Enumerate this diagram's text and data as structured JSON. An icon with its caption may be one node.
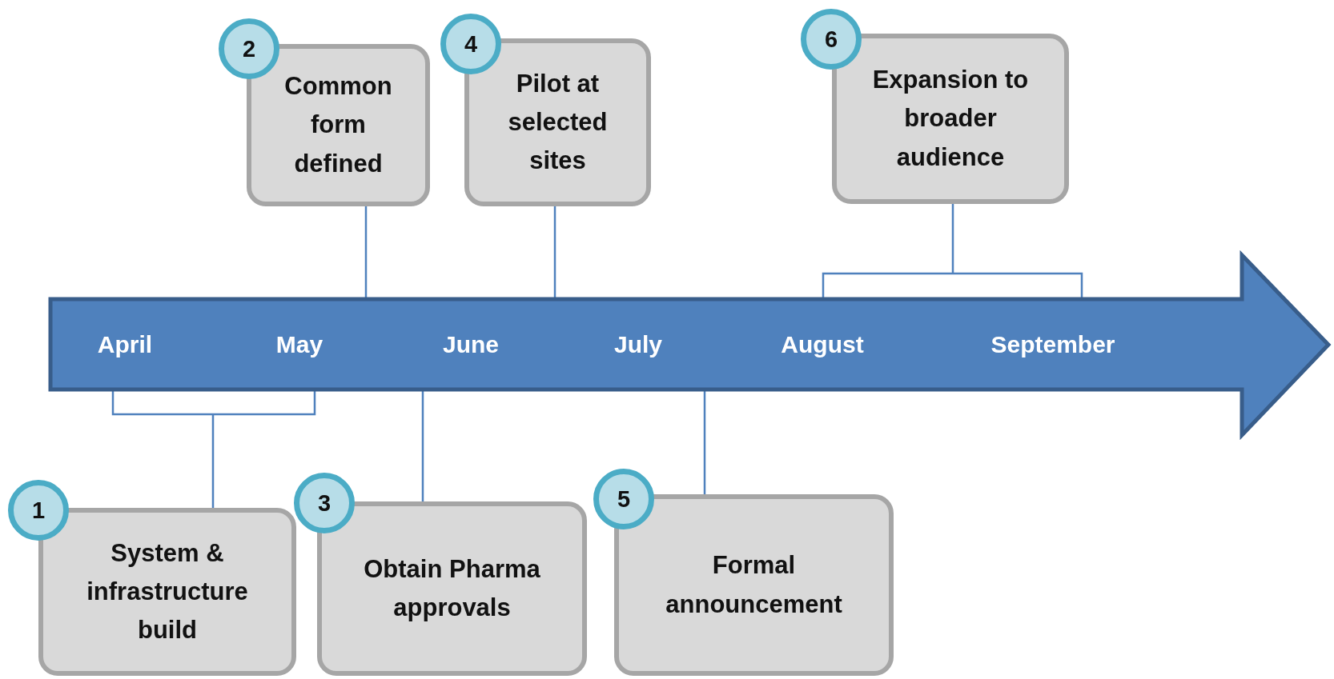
{
  "diagram": {
    "nodes": [
      {
        "text": [
          "April",
          "May",
          "June",
          "July",
          "August",
          "September"
        ]
      },
      {
        "text": [
          "1",
          "System & infrastructure build"
        ]
      },
      {
        "text": [
          "2",
          "Common form defined"
        ]
      },
      {
        "text": [
          "3",
          "Obtain Pharma approvals"
        ]
      },
      {
        "text": [
          "4",
          "Pilot at selected sites"
        ]
      },
      {
        "text": [
          "5",
          "Formal announcement"
        ]
      },
      {
        "text": [
          "6",
          "Expansion to broader audience"
        ]
      }
    ],
    "edges": [
      {
        "from": 1,
        "to": 0,
        "arrow": "none"
      },
      {
        "from": 2,
        "to": 0,
        "arrow": "none"
      },
      {
        "from": 3,
        "to": 0,
        "arrow": "none"
      },
      {
        "from": 4,
        "to": 0,
        "arrow": "none"
      },
      {
        "from": 5,
        "to": 0,
        "arrow": "none"
      },
      {
        "from": 6,
        "to": 0,
        "arrow": "none"
      }
    ]
  }
}
